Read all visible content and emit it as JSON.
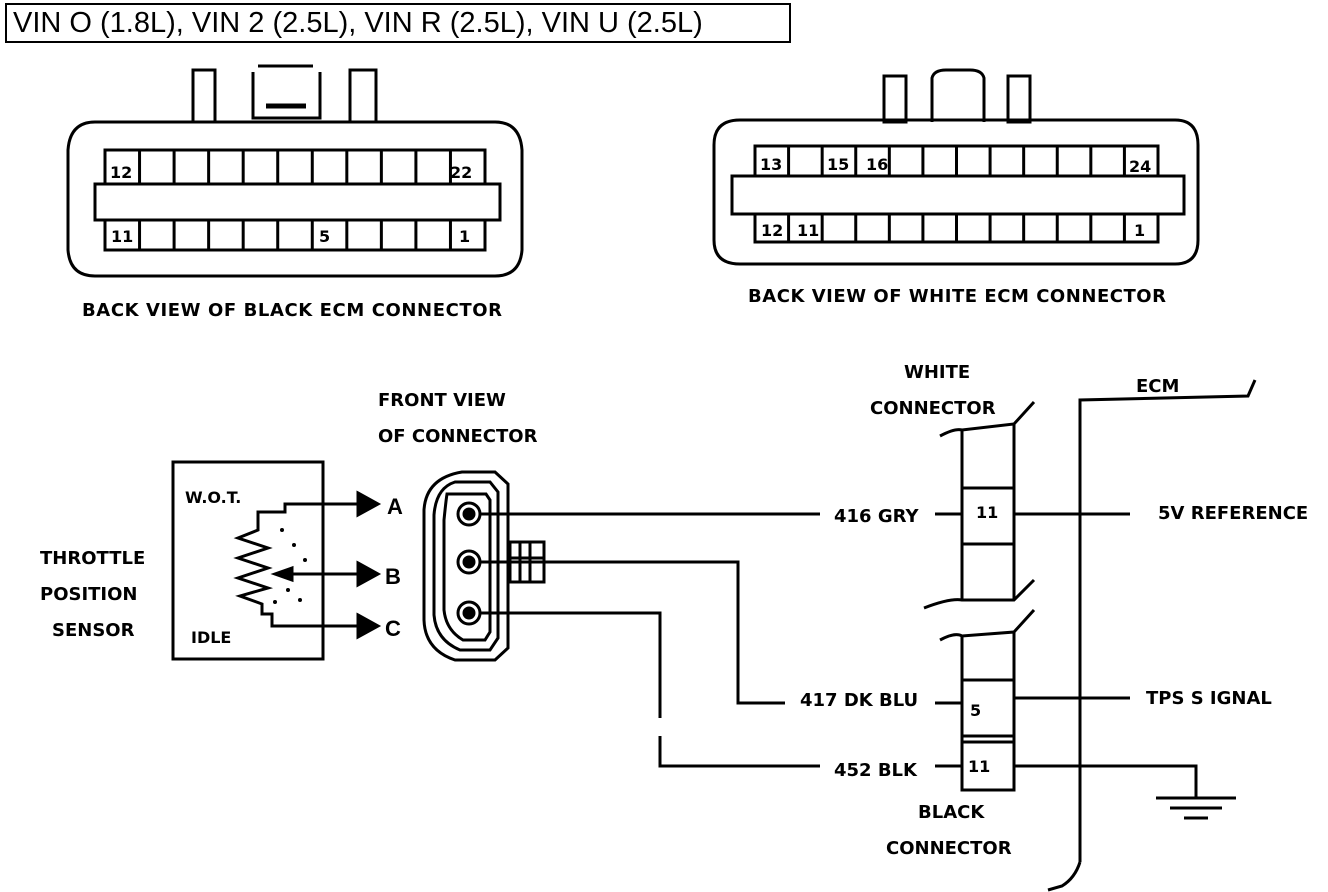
{
  "title": "VIN  O (1.8L), VIN 2 (2.5L), VIN R (2.5L), VIN U (2.5L)",
  "black_connector": {
    "caption": "BACK VIEW OF BLACK ECM CONNECTOR",
    "top_left_pin": "12",
    "top_right_pin": "22",
    "bottom_left_pin": "11",
    "bottom_mid_pin": "5",
    "bottom_right_pin": "1"
  },
  "white_connector": {
    "caption": "BACK VIEW OF WHITE ECM CONNECTOR",
    "top_pin_a": "13",
    "top_pin_b": "15",
    "top_pin_c": "16",
    "top_right_pin": "24",
    "bottom_left_pin_a": "12",
    "bottom_left_pin_b": "11",
    "bottom_right_pin": "1"
  },
  "sensor": {
    "label_line1": "THROTTLE",
    "label_line2": "POSITION",
    "label_line3": "SENSOR",
    "wot": "W.O.T.",
    "idle": "IDLE",
    "terminal_a": "A",
    "terminal_b": "B",
    "terminal_c": "C"
  },
  "front_view": {
    "line1": "FRONT VIEW",
    "line2": "OF CONNECTOR"
  },
  "wires": [
    {
      "circuit": "416 GRY",
      "pin": "11",
      "signal": "5V REFERENCE"
    },
    {
      "circuit": "417 DK BLU",
      "pin": "5",
      "signal": "TPS S IGNAL"
    },
    {
      "circuit": "452 BLK",
      "pin": "11",
      "signal": ""
    }
  ],
  "labels": {
    "white_connector_line1": "WHITE",
    "white_connector_line2": "CONNECTOR",
    "black_connector_line1": "BLACK",
    "black_connector_line2": "CONNECTOR",
    "ecm": "ECM"
  }
}
